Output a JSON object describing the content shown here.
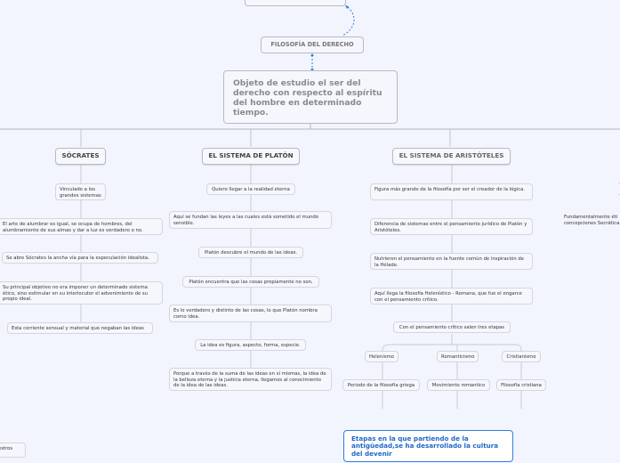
{
  "mindmap": {
    "top_node": {
      "label": ""
    },
    "root": {
      "label": "FILOSOFÍA DEL DERECHO"
    },
    "central": {
      "label": "Objeto de estudio el ser del derecho con respecto al espíritu del hombre en determinado tiempo."
    },
    "branches": [
      {
        "title": "SÓCRATES",
        "items": [
          "Vinculado a los grandes sistemas",
          "El arte de alumbrar es igual, se ocupa de hombres, del alumbramiento de sus almas y dar a luz es verdadero o no.",
          "Se abre Sócrates la ancha vía para la especulación idealista.",
          "Su principal objetivo no era imponer un determinado sistema ético, sino estimular en su interlocutor el advenimiento de su propio ideal.",
          "Esta corriente sensual y material que negaban las ideas"
        ]
      },
      {
        "title": "EL SISTEMA DE PLATÓN",
        "items": [
          "Quiero llegar a la realidad eterna",
          "Aquí se fundan las leyes a las cuales está sometido el mundo sensible.",
          "Platón descubre el mundo de las ideas.",
          "Platón encuentra que las cosas propiamente no son.",
          "Es lo verdadero y distinto de las cosas, lo que Platón  nombra como idea.",
          "La idea es figura, aspecto, forma, especie.",
          "Porque a través de la suma de las ideas en sí mismas, la idea de la belleza eterna y la justicia eterna, llegamos al conocimiento de la idea de las ideas."
        ]
      },
      {
        "title": "EL SISTEMA DE ARISTÓTELES",
        "items": [
          "Figura más grande de la filosofía por ser el creador de la lógica.",
          "Diferencia de sistemas entre el pensamiento jurídico  de Platón y Aristóteles.",
          "Nutrieron el pensamiento en la fuente común de inspiración de la Hélade.",
          "Aquí llega la filosofía Helenístico - Romana, que fue el engarce con el pensamiento crítico.",
          "Con el pensamiento crítico salen tres etapas"
        ],
        "stages": [
          {
            "label": "Helenismo",
            "child": "Periodo de la filosofía griega"
          },
          {
            "label": "Romanticismo",
            "child": "Movimiento romantico"
          },
          {
            "label": "Cristianismo",
            "child": "Filosofía cristiana"
          }
        ],
        "stages_note": "Etapas en la que partiendo de la antigüedad,se ha desarrollado la cultura del devenir"
      }
    ],
    "offscreen_right_text": "Fundamentalmente éti\nconcepciones Socrática",
    "offscreen_left_text": "estros"
  },
  "colors": {
    "background": "#f2f5fd",
    "node_border": "#d3d6dd",
    "connector": "#bfc2c8",
    "accent_blue": "#2f7de0"
  }
}
